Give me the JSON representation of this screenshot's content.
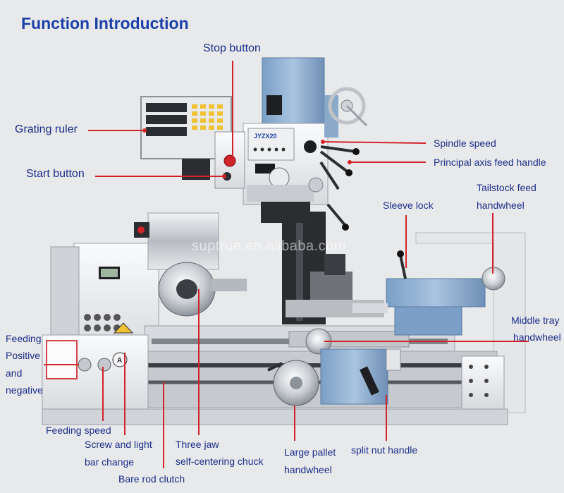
{
  "title": "Function Introduction",
  "watermark": "suptrue.en.alibaba.com",
  "colors": {
    "leader": "#d2232a",
    "label": "#1a2e8a",
    "title": "#1c3fa8"
  },
  "model_plate": "JYZX20",
  "labels": {
    "stop_button": "Stop button",
    "grating_ruler": "Grating ruler",
    "start_button": "Start button",
    "spindle_speed": "Spindle speed",
    "principal_axis_feed_handle": "Principal axis feed handle",
    "tailstock_feed_l1": "Tailstock feed",
    "tailstock_feed_l2": "handwheel",
    "sleeve_lock": "Sleeve lock",
    "middle_tray_l1": "Middle tray",
    "middle_tray_l2": "handwheel",
    "feeding_l1": "Feeding",
    "feeding_l2": "Positive",
    "feeding_l3": "and",
    "feeding_l4": "negative",
    "feeding_speed": "Feeding speed",
    "screw_light_l1": "Screw and light",
    "screw_light_l2": "bar change",
    "bare_rod_clutch": "Bare rod clutch",
    "three_jaw_l1": "Three jaw",
    "three_jaw_l2": "self-centering chuck",
    "large_pallet_l1": "Large pallet",
    "large_pallet_l2": "handwheel",
    "split_nut_handle": "split nut handle"
  }
}
